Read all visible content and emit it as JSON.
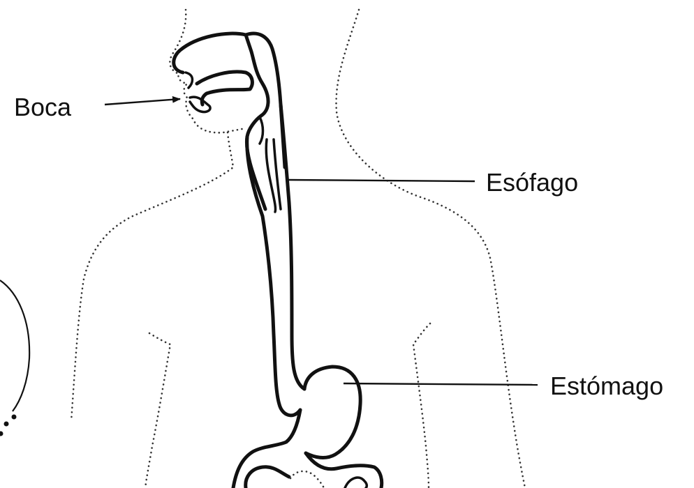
{
  "diagram": {
    "labels": {
      "mouth": "Boca",
      "esophagus": "Esófago",
      "stomach": "Estómago"
    }
  }
}
